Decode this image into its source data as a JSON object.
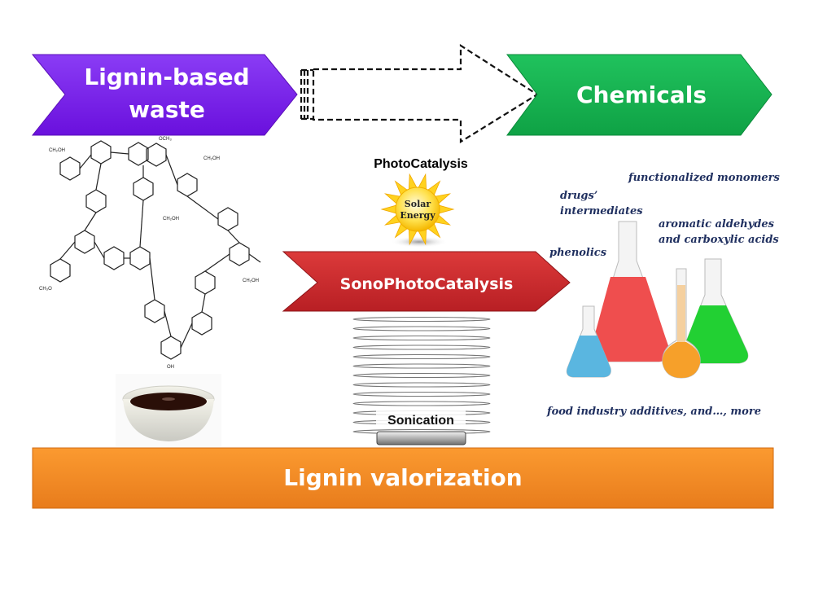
{
  "source": {
    "label_line1": "Lignin-based",
    "label_line2": "waste",
    "color": "#7b1fef"
  },
  "target": {
    "label": "Chemicals",
    "color": "#16b14f"
  },
  "process": {
    "photocatalysis_label": "PhotoCatalysis",
    "sun_label_line1": "Solar",
    "sun_label_line2": "Energy",
    "sonophotocatalysis_label": "SonoPhotoCatalysis",
    "sonophotocatalysis_color": "#c8262a",
    "sonication_label": "Sonication"
  },
  "products": {
    "functionalized_monomers": "functionalized monomers",
    "drugs_line1": "drugs’",
    "drugs_line2": "intermediates",
    "aromatic_line1": "aromatic aldehydes",
    "aromatic_line2": "and carboxylic acids",
    "phenolics": "phenolics",
    "food": "food industry additives, and…, more"
  },
  "footer": {
    "label": "Lignin valorization",
    "color": "#f28a22"
  }
}
